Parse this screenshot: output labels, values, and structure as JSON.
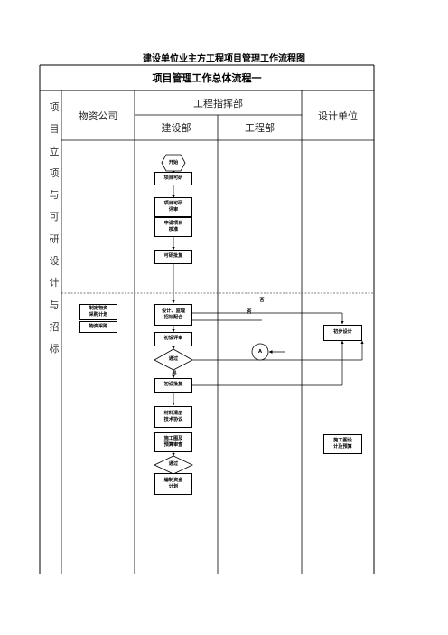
{
  "document_title": "建设单位业主方工程项目管理工作流程图",
  "flow_title": "项目管理工作总体流程一",
  "phase_label": [
    "项",
    "目",
    "立",
    "项",
    "与",
    "可",
    "研",
    "设",
    "计",
    "与",
    "招",
    "标"
  ],
  "columns": {
    "materials": "物资公司",
    "command": "工程指挥部",
    "construction": "建设部",
    "engineering": "工程部",
    "design": "设计单位"
  },
  "nodes": {
    "start": "开始",
    "feasibility": "项目可研",
    "feasibility_review": "项目可研\n评审",
    "apply_approval": "申请项目\n核准",
    "feasibility_approval": "可研批复",
    "material_plan": "制定物资\n采购计划",
    "material_purchase": "物资采购",
    "design_tender": "设计、监理\n招标配合",
    "preliminary_review": "初设评审",
    "pass_1": "通过",
    "preliminary_approval": "初设批复",
    "material_spec": "材料清册\n技术协议",
    "drawing_review": "施工图及\n预算审查",
    "pass_2": "通过",
    "fund_plan": "编制资金\n计划",
    "preliminary_design": "初步设计",
    "construction_drawing": "施工图设\n计及预算",
    "connector": "A"
  },
  "edge_labels": {
    "no_1": "否",
    "no_2": "否",
    "yes_1": "是"
  }
}
